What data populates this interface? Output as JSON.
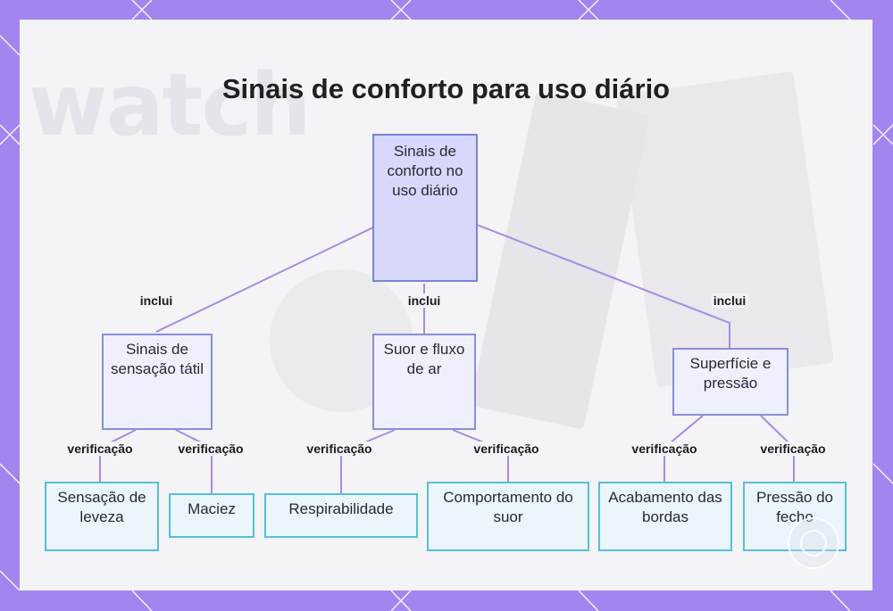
{
  "title": "Sinais de conforto para uso diário",
  "background_watermark": "watch",
  "colors": {
    "frame": "#a385f0",
    "root_fill": "#d7d8fb",
    "root_border": "#7d83d8",
    "mid_fill": "#eef0fd",
    "mid_border": "#8a8fd8",
    "leaf_fill": "#eaf5fc",
    "leaf_border": "#55c0d8",
    "edge": "#a78be6"
  },
  "root": {
    "label": "Sinais de conforto no uso diário"
  },
  "edge_labels": {
    "includes": "inclui",
    "verifies": "verificação"
  },
  "branches": [
    {
      "label": "Sinais de sensação tátil",
      "relation": "inclui",
      "children": [
        {
          "label": "Sensação de leveza",
          "relation": "verificação"
        },
        {
          "label": "Maciez",
          "relation": "verificação"
        }
      ]
    },
    {
      "label": "Suor e fluxo de ar",
      "relation": "inclui",
      "children": [
        {
          "label": "Respirabilidade",
          "relation": "verificação"
        },
        {
          "label": "Comportamento do suor",
          "relation": "verificação"
        }
      ]
    },
    {
      "label": "Superfície e pressão",
      "relation": "inclui",
      "children": [
        {
          "label": "Acabamento das bordas",
          "relation": "verificação"
        },
        {
          "label": "Pressão do fecho",
          "relation": "verificação"
        }
      ]
    }
  ]
}
